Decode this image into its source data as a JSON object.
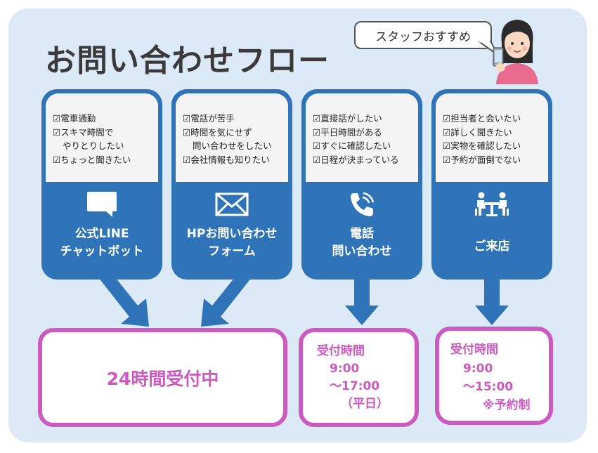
{
  "title": "お問い合わせフロー",
  "bubble": "スタッフおすすめ",
  "colors": {
    "blue": "#2f74b8",
    "pink": "#cc5abf",
    "panel": "#dce9f6"
  },
  "cards": [
    {
      "icon": "chat-bubble-icon",
      "items": [
        "☑電車通勤",
        "☑スキマ時間で",
        "やりとりしたい",
        "☑ちょっと聞きたい"
      ],
      "label": [
        "公式LINE",
        "チャットボット"
      ]
    },
    {
      "icon": "mail-icon",
      "items": [
        "☑電話が苦手",
        "☑時間を気にせず",
        "問い合わせをしたい",
        "☑会社情報も知りたい"
      ],
      "label": [
        "HPお問い合わせ",
        "フォーム"
      ]
    },
    {
      "icon": "phone-icon",
      "items": [
        "☑直接話がしたい",
        "☑平日時間がある",
        "☑すぐに確認したい",
        "☑日程が決まっている"
      ],
      "label": [
        "電話",
        "問い合わせ"
      ]
    },
    {
      "icon": "store-visit-icon",
      "items": [
        "☑担当者と会いたい",
        "☑詳しく聞きたい",
        "☑実物を確認したい",
        "☑予約が面倒でない"
      ],
      "label": [
        "ご来店"
      ]
    }
  ],
  "results": {
    "online": "24時間受付中",
    "phone": {
      "heading": "受付時間",
      "start": "9:00",
      "end": "～17:00",
      "note": "（平日）"
    },
    "store": {
      "heading": "受付時間",
      "start": "9:00",
      "end": "～15:00",
      "note": "※予約制"
    }
  }
}
